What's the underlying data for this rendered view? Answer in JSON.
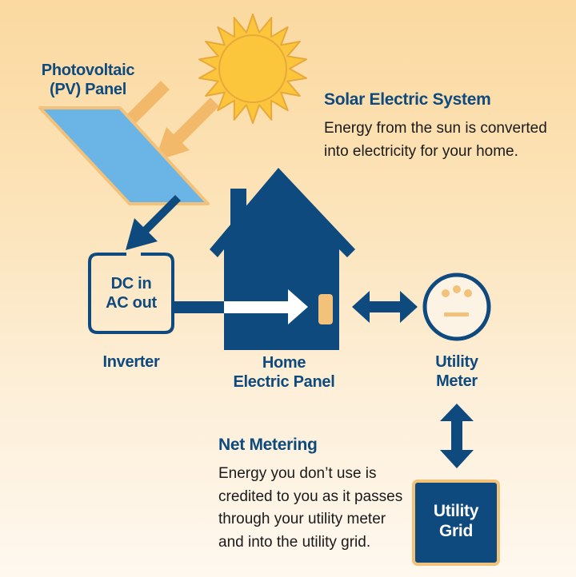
{
  "pv_panel": {
    "label": "Photovoltaic\n(PV) Panel"
  },
  "solar_system": {
    "title": "Solar Electric System",
    "description": "Energy from the sun is converted\ninto electricity for your home."
  },
  "inverter": {
    "inside_text": "DC in\nAC out",
    "label": "Inverter"
  },
  "home_panel": {
    "label": "Home\nElectric Panel"
  },
  "utility_meter": {
    "label": "Utility\nMeter"
  },
  "net_metering": {
    "title": "Net Metering",
    "description": "Energy you don’t use is\ncredited to you as it passes\nthrough your utility meter\nand into the utility grid."
  },
  "utility_grid": {
    "label": "Utility\nGrid"
  },
  "colors": {
    "navy": "#0e4a7e",
    "sun": "#fbc63b",
    "arrow_orange": "#f3b96b",
    "panel_blue": "#6ab4e6",
    "accent_gold": "#f2c27a"
  }
}
